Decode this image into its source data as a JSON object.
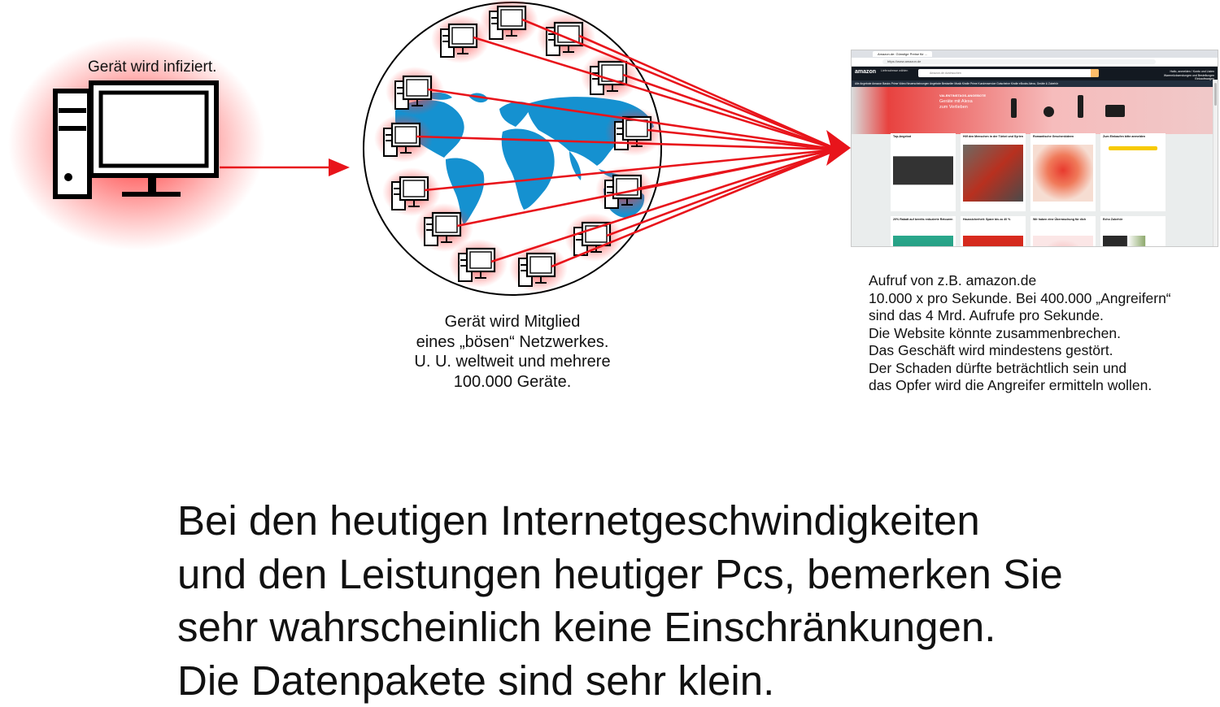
{
  "labels": {
    "infected": "Gerät wird infiziert."
  },
  "network_caption": [
    "Gerät wird Mitglied",
    "eines „bösen“ Netzwerkes.",
    "U. U. weltweit und mehrere",
    "100.000 Geräte."
  ],
  "attack_caption": [
    "Aufruf von z.B. amazon.de",
    "10.000 x pro Sekunde. Bei 400.000 „Angreifern“",
    "sind das 4 Mrd. Aufrufe pro Sekunde.",
    "Die Website könnte zusammenbrechen.",
    "Das Geschäft wird mindestens gestört.",
    "Der Schaden dürfte beträchtlich sein und",
    "das Opfer wird die Angreifer ermitteln wollen."
  ],
  "bottom_text": [
    "Bei den heutigen Internetgeschwindigkeiten",
    "und den Leistungen heutiger Pcs, bemerken Sie",
    "sehr wahrscheinlich keine Einschränkungen.",
    "Die Datenpakete sind sehr klein."
  ],
  "amazon_screenshot": {
    "tab_title": "Amazon.de: Günstige Preise für ...",
    "url": "https://www.amazon.de",
    "logo": "amazon",
    "deliver": "Lieferadresse wählen",
    "search_placeholder": "Amazon.de durchsuchen",
    "account": "Hallo, anmelden / Konto und Listen",
    "orders": "Warenrücksendungen und Bestellungen",
    "cart": "Einkaufswagen",
    "subnav": "Alle  Angebote  Amazon Basics  Prime Video  Neuerscheinungen  Angebote  Bestseller  Musik  Kindle  Prime  Kundenservice  Gutscheine  Kindle eBooks  Alexa, Geräte & Zubehör",
    "hero_kicker": "VALENTINSTAGS-ANGEBOTE",
    "hero_title": [
      "Geräte mit Alexa",
      "zum Verlieben"
    ],
    "cards": [
      "Top-Angebot",
      "Hilf den Menschen in der Türkei und Syrien",
      "Romantische Geschenkideen",
      "Zum Einkaufen bitte anmelden",
      "20% Rabatt auf bereits reduzierte Retouren",
      "Haussicherheit: Spare bis zu 40 %",
      "Wir haben eine Überraschung für dich",
      "Echo Zubehör"
    ]
  },
  "colors": {
    "attack_red": "#e8141b",
    "glow_red": "#ff1a1a",
    "ocean_blue": "#1591d0",
    "amazon_nav": "#131921"
  }
}
